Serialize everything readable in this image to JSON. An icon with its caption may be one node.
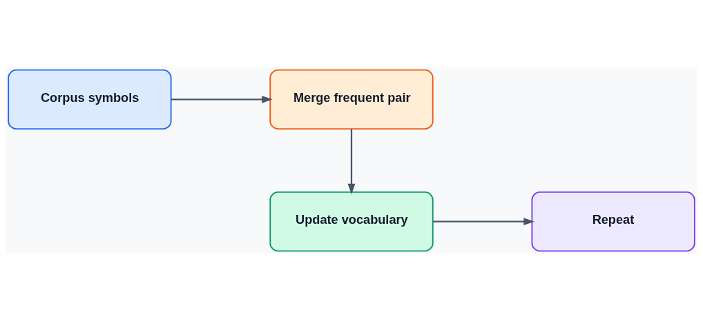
{
  "diagram": {
    "nodes": [
      {
        "text": [
          "Corpus symbols"
        ]
      },
      {
        "text": [
          "Merge frequent pair"
        ]
      },
      {
        "text": [
          "Update vocabulary"
        ]
      },
      {
        "text": [
          "Repeat"
        ]
      }
    ],
    "edges": [
      {
        "from": 0,
        "to": 1,
        "arrow": "to"
      },
      {
        "from": 1,
        "to": 2,
        "arrow": "to"
      },
      {
        "from": 2,
        "to": 3,
        "arrow": "to"
      }
    ]
  }
}
